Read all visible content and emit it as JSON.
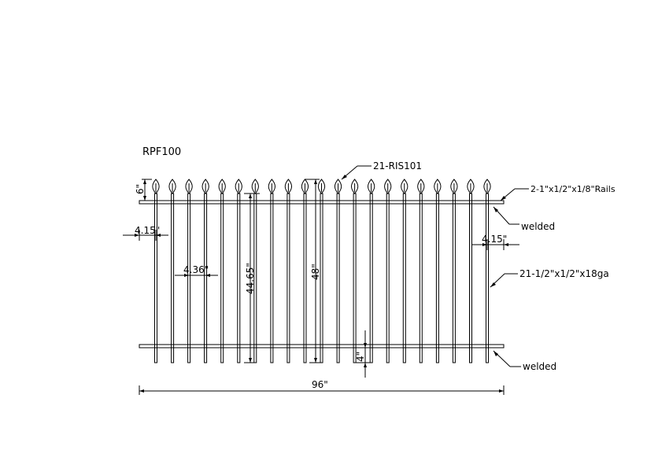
{
  "drawing": {
    "title": "RPF100",
    "picket_count": 21,
    "line_color": "#000000",
    "background": "#ffffff"
  },
  "callouts": {
    "finial": "21-RIS101",
    "rails": "2-1\"x1/2\"x1/8\"Rails",
    "welded_top": "welded",
    "pickets": "21-1/2\"x1/2\"x18ga",
    "welded_bottom": "welded"
  },
  "dimensions": {
    "finial_height": "6\"",
    "left_offset": "4.15\"",
    "right_offset": "4.15\"",
    "picket_spacing": "4.36\"",
    "picket_height": "44.65\"",
    "overall_height": "48\"",
    "bottom_extension": "4\"",
    "overall_width": "96\""
  }
}
